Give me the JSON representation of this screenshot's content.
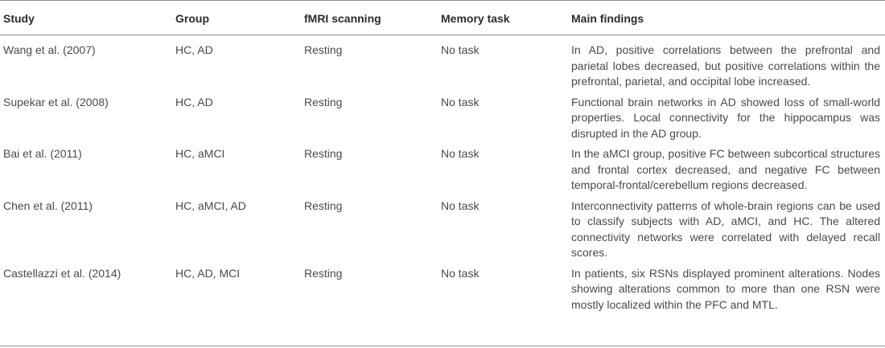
{
  "table": {
    "headers": [
      "Study",
      "Group",
      "fMRI scanning",
      "Memory task",
      "Main findings"
    ],
    "rows": [
      {
        "study": "Wang et al. (2007)",
        "group": "HC, AD",
        "fmri": "Resting",
        "memory": "No task",
        "findings": "In AD, positive correlations between the prefrontal and parietal lobes decreased, but positive correlations within the prefrontal, parietal, and occipital lobe increased."
      },
      {
        "study": "Supekar et al. (2008)",
        "group": "HC, AD",
        "fmri": "Resting",
        "memory": "No task",
        "findings": "Functional brain networks in AD showed loss of small-world properties. Local connectivity for the hippocampus was disrupted in the AD group."
      },
      {
        "study": "Bai et al. (2011)",
        "group": "HC, aMCI",
        "fmri": "Resting",
        "memory": "No task",
        "findings": "In the aMCI group, positive FC between subcortical structures and frontal cortex decreased, and negative FC between temporal-frontal/cerebellum regions decreased."
      },
      {
        "study": "Chen et al. (2011)",
        "group": "HC, aMCI, AD",
        "fmri": "Resting",
        "memory": "No task",
        "findings": "Interconnectivity patterns of whole-brain regions can be used to classify subjects with AD, aMCI, and HC. The altered connectivity networks were correlated with delayed recall scores."
      },
      {
        "study": "Castellazzi et al. (2014)",
        "group": "HC, AD, MCI",
        "fmri": "Resting",
        "memory": "No task",
        "findings": "In patients, six RSNs displayed prominent alterations. Nodes showing alterations common to more than one RSN were mostly localized within the PFC and MTL."
      }
    ]
  }
}
